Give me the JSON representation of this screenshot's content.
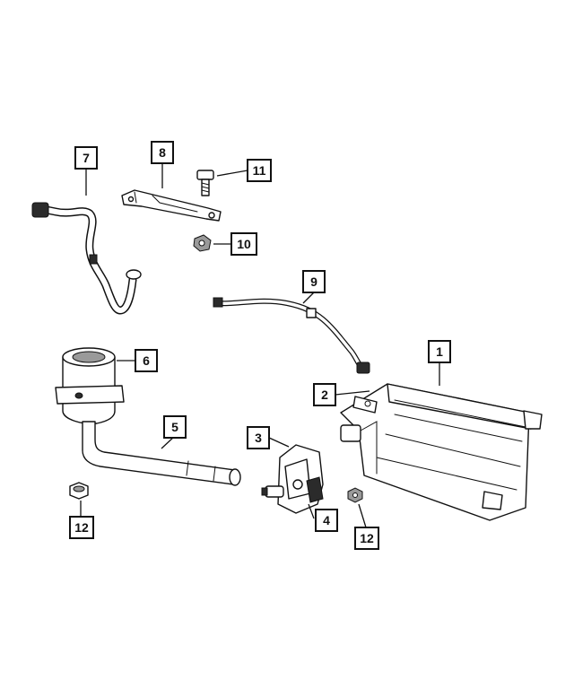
{
  "callouts": [
    {
      "id": "callout-1",
      "label": "1"
    },
    {
      "id": "callout-2",
      "label": "2"
    },
    {
      "id": "callout-3",
      "label": "3"
    },
    {
      "id": "callout-4",
      "label": "4"
    },
    {
      "id": "callout-5",
      "label": "5"
    },
    {
      "id": "callout-6",
      "label": "6"
    },
    {
      "id": "callout-7",
      "label": "7"
    },
    {
      "id": "callout-8",
      "label": "8"
    },
    {
      "id": "callout-9",
      "label": "9"
    },
    {
      "id": "callout-10",
      "label": "10"
    },
    {
      "id": "callout-11",
      "label": "11"
    },
    {
      "id": "callout-12a",
      "label": "12"
    },
    {
      "id": "callout-12b",
      "label": "12"
    }
  ]
}
